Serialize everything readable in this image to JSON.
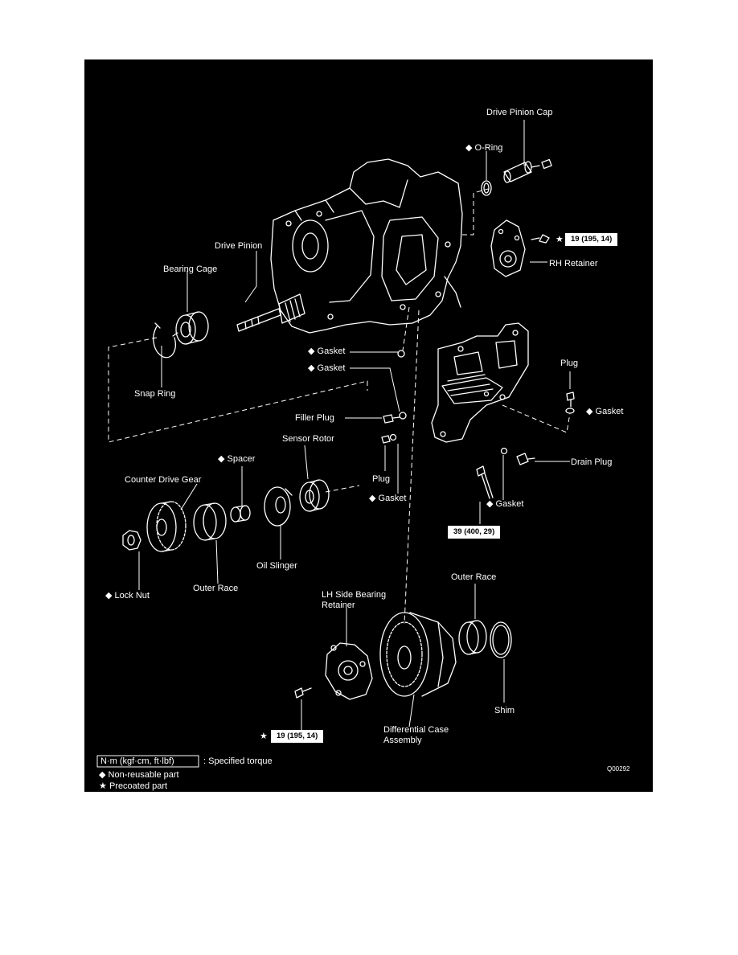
{
  "colors": {
    "background": "#000000",
    "ink": "#ffffff",
    "page": "#ffffff"
  },
  "symbols": {
    "non_reusable": "◆",
    "precoated": "★"
  },
  "labels": {
    "drive_pinion_cap": "Drive Pinion Cap",
    "o_ring": "O-Ring",
    "rh_retainer": "RH Retainer",
    "drive_pinion": "Drive Pinion",
    "bearing_cage": "Bearing Cage",
    "gasket_1": "Gasket",
    "gasket_2": "Gasket",
    "snap_ring": "Snap Ring",
    "plug_right": "Plug",
    "gasket_right": "Gasket",
    "filler_plug": "Filler Plug",
    "sensor_rotor": "Sensor Rotor",
    "spacer": "Spacer",
    "drain_plug": "Drain Plug",
    "plug_lower": "Plug",
    "gasket_lower": "Gasket",
    "gasket_drain": "Gasket",
    "counter_drive_gear": "Counter Drive Gear",
    "oil_slinger": "Oil Slinger",
    "lock_nut": "Lock Nut",
    "outer_race_left": "Outer Race",
    "lh_side_bearing_retainer": "LH Side Bearing\nRetainer",
    "outer_race_right": "Outer Race",
    "shim": "Shim",
    "differential_case_assembly": "Differential Case\nAssembly"
  },
  "torque": {
    "rh_retainer": "19 (195, 14)",
    "case_bolt": "39 (400, 29)",
    "lh_retainer": "19 (195, 14)"
  },
  "legend": {
    "unit_box": "N·m (kgf·cm, ft·lbf)",
    "unit_desc": ": Specified torque",
    "non_reusable": "Non-reusable part",
    "precoated": "Precoated part"
  },
  "figure_code": "Q00292"
}
